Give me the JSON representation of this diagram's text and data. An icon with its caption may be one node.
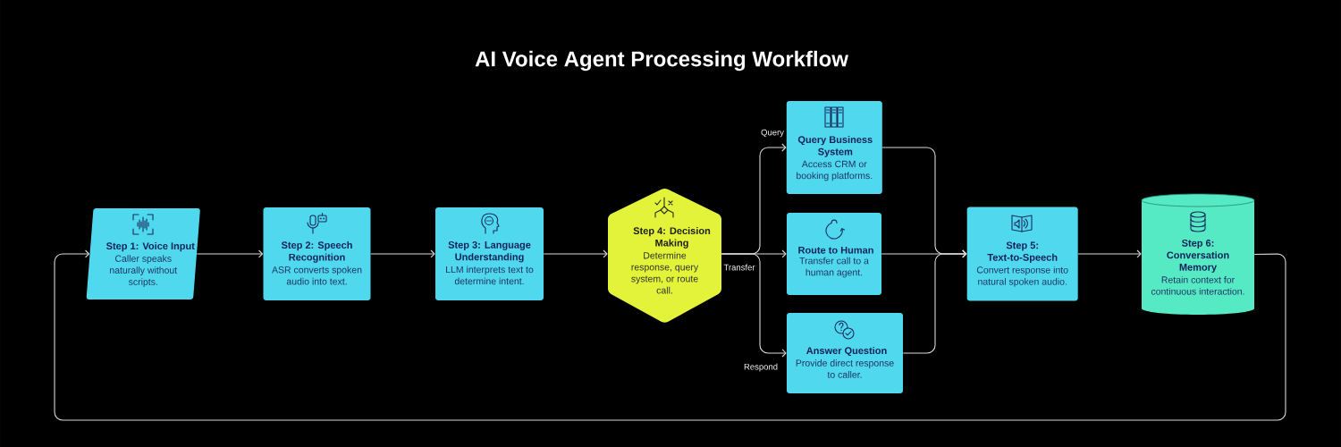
{
  "diagram": {
    "title": "AI Voice Agent Processing Workflow",
    "nodes": [
      {
        "text": [
          "Step 1: Voice Input",
          "Caller speaks naturally without scripts."
        ]
      },
      {
        "text": [
          "Step 2: Speech Recognition",
          "ASR converts spoken audio into text."
        ]
      },
      {
        "text": [
          "Step 3: Language Understanding",
          "LLM interprets text to determine intent."
        ]
      },
      {
        "text": [
          "Step 4: Decision Making",
          "Determine response, query system, or route call."
        ]
      },
      {
        "text": [
          "Query Business System",
          "Access CRM or booking platforms."
        ]
      },
      {
        "text": [
          "Route to Human",
          "Transfer call to a human agent."
        ]
      },
      {
        "text": [
          "Answer Question",
          "Provide direct response to caller."
        ]
      },
      {
        "text": [
          "Step 5: Text-to-Speech",
          "Convert response into natural spoken audio."
        ]
      },
      {
        "text": [
          "Step 6: Conversation Memory",
          "Retain context for continuous interaction."
        ]
      }
    ],
    "edges": [
      {
        "from": 0,
        "to": 1,
        "arrow": "to"
      },
      {
        "from": 1,
        "to": 2,
        "arrow": "to"
      },
      {
        "from": 2,
        "to": 3,
        "arrow": "to"
      },
      {
        "from": 3,
        "to": 4,
        "arrow": "to",
        "label": "Query"
      },
      {
        "from": 3,
        "to": 5,
        "arrow": "to",
        "label": "Transfer"
      },
      {
        "from": 3,
        "to": 6,
        "arrow": "to",
        "label": "Respond"
      },
      {
        "from": 4,
        "to": 7,
        "arrow": "to"
      },
      {
        "from": 5,
        "to": 7,
        "arrow": "to"
      },
      {
        "from": 6,
        "to": 7,
        "arrow": "to"
      },
      {
        "from": 7,
        "to": 8,
        "arrow": "to"
      },
      {
        "from": 8,
        "to": 0,
        "arrow": "to"
      }
    ]
  }
}
